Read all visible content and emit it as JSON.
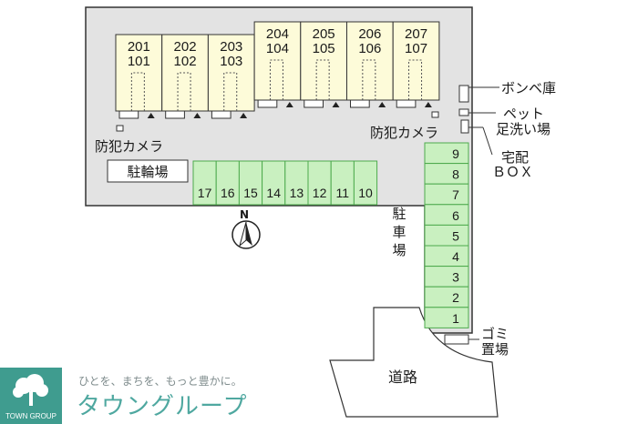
{
  "units": [
    {
      "upper": "201",
      "lower": "101"
    },
    {
      "upper": "202",
      "lower": "102"
    },
    {
      "upper": "203",
      "lower": "103"
    },
    {
      "upper": "204",
      "lower": "104"
    },
    {
      "upper": "205",
      "lower": "105"
    },
    {
      "upper": "206",
      "lower": "106"
    },
    {
      "upper": "207",
      "lower": "107"
    }
  ],
  "parking_row": [
    "17",
    "16",
    "15",
    "14",
    "13",
    "12",
    "11",
    "10"
  ],
  "parking_column": [
    "9",
    "8",
    "7",
    "6",
    "5",
    "4",
    "3",
    "2",
    "1"
  ],
  "labels": {
    "camera_left": "防犯カメラ",
    "camera_right": "防犯カメラ",
    "bicycle_parking": "駐輪場",
    "parking_line1": "駐",
    "parking_line2": "車",
    "parking_line3": "場",
    "gas_storage": "ボンベ庫",
    "pet_wash_line1": "ペット",
    "pet_wash_line2": "足洗い場",
    "delivery_line1": "宅配",
    "delivery_line2": "ＢＯＸ",
    "garbage_line1": "ゴミ",
    "garbage_line2": "置場",
    "road": "道路",
    "north": "N"
  },
  "brand": {
    "tagline": "ひとを、まちを、もっと豊かに。",
    "name": "タウングループ",
    "logo_text": "TOWN GROUP"
  },
  "colors": {
    "unit_fill": "#fdfbd9",
    "parking_fill": "#c9f0c0",
    "parking_stroke": "#4daa4d",
    "brand": "#4fa8a0"
  }
}
